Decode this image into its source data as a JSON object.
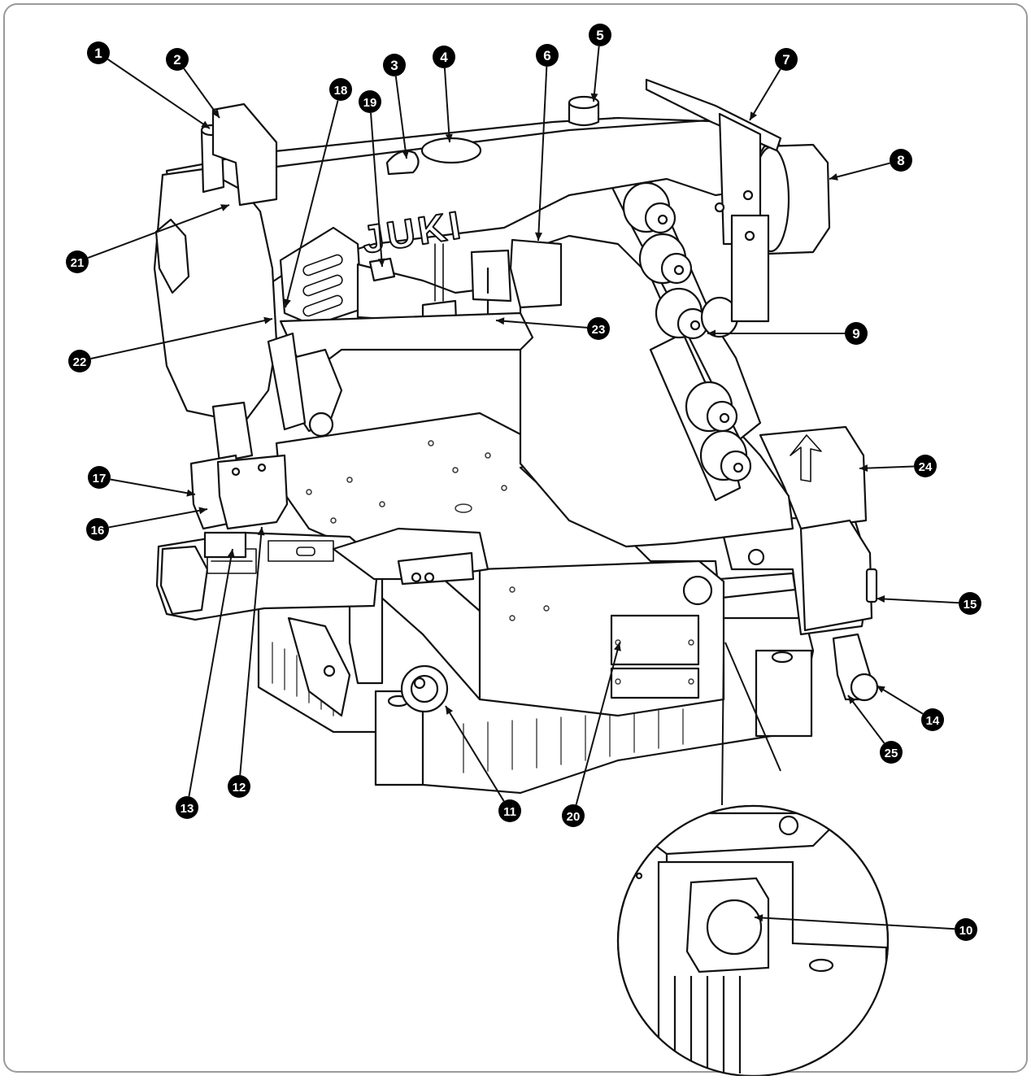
{
  "brand": "JUKI",
  "callouts": [
    {
      "label": "1"
    },
    {
      "label": "2"
    },
    {
      "label": "3"
    },
    {
      "label": "4"
    },
    {
      "label": "5"
    },
    {
      "label": "6"
    },
    {
      "label": "7"
    },
    {
      "label": "8"
    },
    {
      "label": "9"
    },
    {
      "label": "10"
    },
    {
      "label": "11"
    },
    {
      "label": "12"
    },
    {
      "label": "13"
    },
    {
      "label": "14"
    },
    {
      "label": "15"
    },
    {
      "label": "16"
    },
    {
      "label": "17"
    },
    {
      "label": "18"
    },
    {
      "label": "19"
    },
    {
      "label": "20"
    },
    {
      "label": "21"
    },
    {
      "label": "22"
    },
    {
      "label": "23"
    },
    {
      "label": "24"
    },
    {
      "label": "25"
    }
  ]
}
